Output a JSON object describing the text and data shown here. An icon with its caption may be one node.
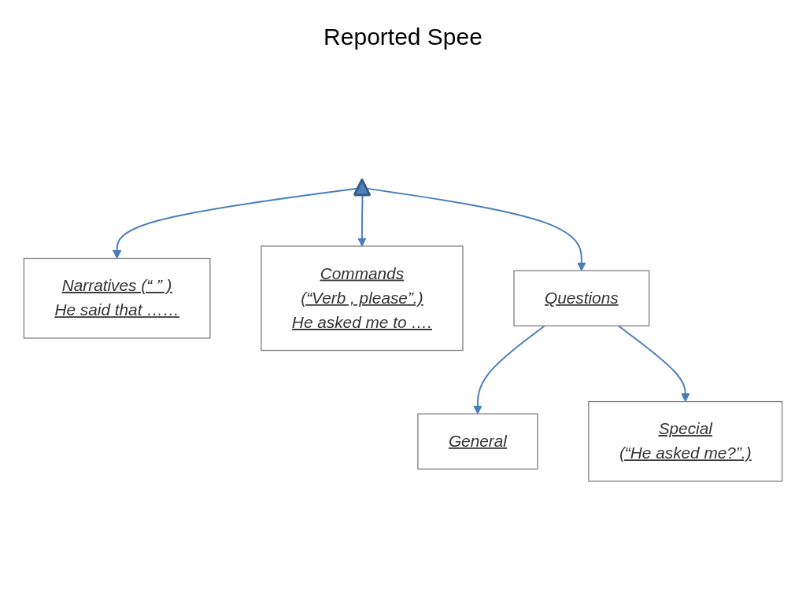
{
  "diagram": {
    "title": "Reported Spee",
    "nodes": [
      {
        "text": [],
        "shape": "triangle"
      },
      {
        "text": [
          "Narratives (“ ” )",
          "He said that ……"
        ]
      },
      {
        "text": [
          "Commands",
          "(“Verb , please”.)",
          "He asked me to …."
        ]
      },
      {
        "text": [
          "Questions"
        ]
      },
      {
        "text": [
          "General"
        ]
      },
      {
        "text": [
          "Special",
          "(“He asked me?”.)"
        ]
      }
    ],
    "edges": [
      {
        "from": 0,
        "to": 1,
        "arrow": "to"
      },
      {
        "from": 0,
        "to": 2,
        "arrow": "to"
      },
      {
        "from": 0,
        "to": 3,
        "arrow": "to"
      },
      {
        "from": 3,
        "to": 4,
        "arrow": "to"
      },
      {
        "from": 3,
        "to": 5,
        "arrow": "to"
      }
    ]
  }
}
